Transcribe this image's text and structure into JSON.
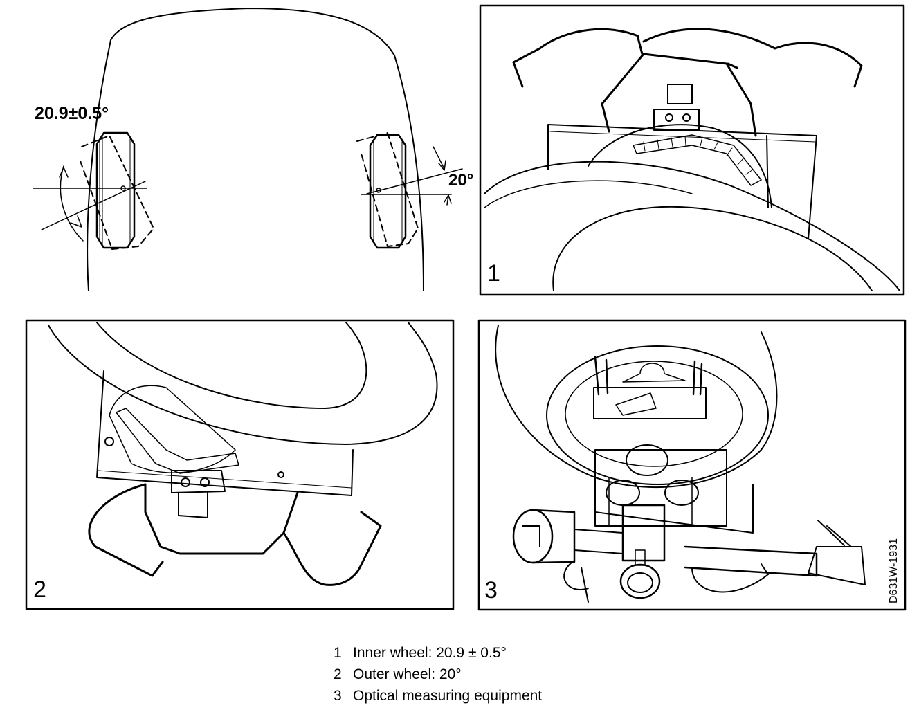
{
  "diagram": {
    "angle_inner": "20.9±0.5°",
    "angle_outer": "20°",
    "panels": [
      {
        "number": "1"
      },
      {
        "number": "2"
      },
      {
        "number": "3"
      }
    ],
    "code": "D631W-1931"
  },
  "legend": [
    {
      "number": "1",
      "text": "Inner wheel: 20.9 ± 0.5°"
    },
    {
      "number": "2",
      "text": "Outer wheel: 20°"
    },
    {
      "number": "3",
      "text": "Optical measuring equipment"
    }
  ]
}
